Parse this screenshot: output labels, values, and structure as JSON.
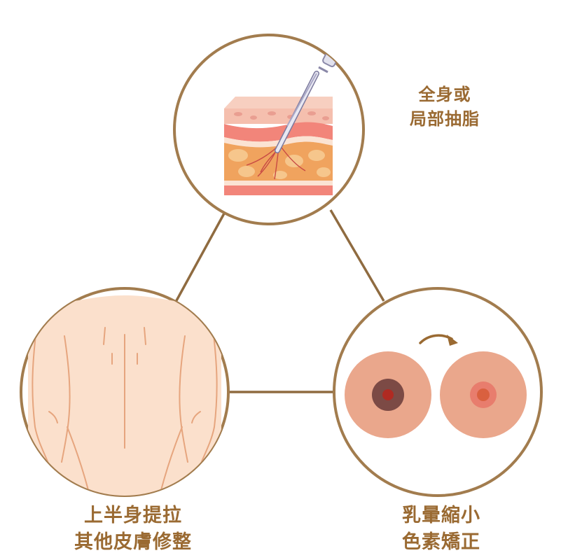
{
  "colors": {
    "ring": "#a27c4e",
    "connector": "#8f6b40",
    "caption": "#9a6a32",
    "skin_light": "#fbe0cc",
    "skin_outline": "#e6a57e",
    "fat": "#f0a35e",
    "fat_globule": "#f6c68c",
    "dermis": "#f2857a",
    "epidermis": "#fbd7c1",
    "areola_outer": "#eaa78c",
    "nipple_dark": "#7c4a45",
    "nipple_light": "#e87d6d"
  },
  "nodes": [
    {
      "id": "liposuction",
      "icon": "cannula-skin-cross-section-icon",
      "label_lines": [
        "全身或",
        "局部抽脂"
      ]
    },
    {
      "id": "upper-body",
      "icon": "back-torso-icon",
      "label_lines": [
        "上半身提拉",
        "其他皮膚修整"
      ]
    },
    {
      "id": "nipple",
      "icon": "nipple-before-after-icon",
      "label_lines": [
        "乳暈縮小",
        "色素矯正"
      ]
    }
  ]
}
